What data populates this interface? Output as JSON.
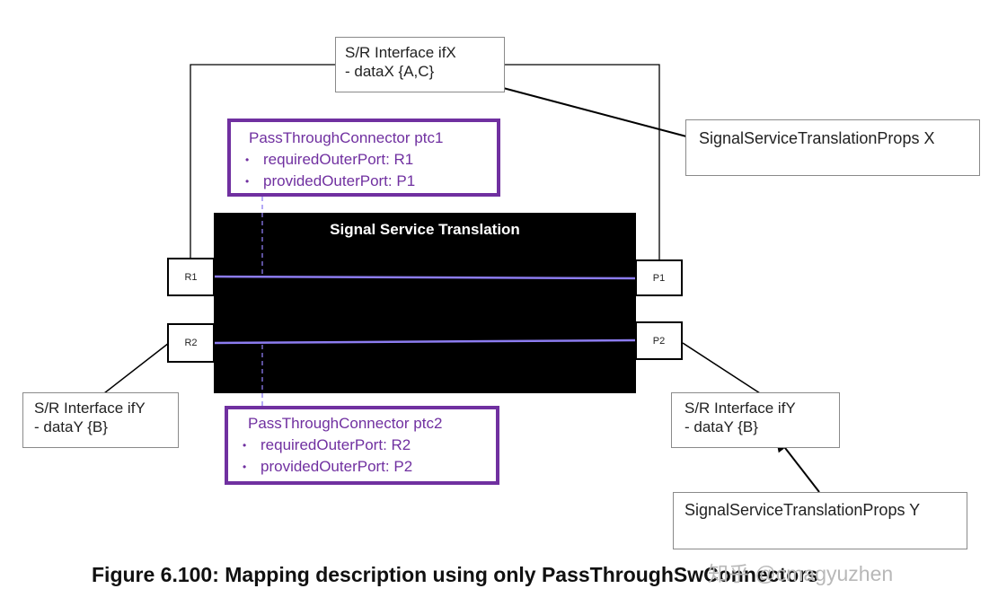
{
  "figure": {
    "caption": "Figure 6.100: Mapping description using only PassThroughSwConnectors",
    "watermark": "知乎 @cmagyuzhen"
  },
  "interfaces": {
    "ifx_top": {
      "title": "S/R Interface ifX",
      "data": "- dataX {A,C}"
    },
    "ify_left": {
      "title": "S/R Interface ifY",
      "data": "- dataY {B}"
    },
    "ify_right": {
      "title": "S/R Interface ifY",
      "data": "- dataY {B}"
    }
  },
  "props": {
    "x": "SignalServiceTranslationProps X",
    "y": "SignalServiceTranslationProps Y"
  },
  "connectors": {
    "ptc1": {
      "title": "PassThroughConnector ptc1",
      "items": [
        "requiredOuterPort: R1",
        "providedOuterPort: P1"
      ]
    },
    "ptc2": {
      "title": "PassThroughConnector ptc2",
      "items": [
        "requiredOuterPort: R2",
        "providedOuterPort: P2"
      ]
    }
  },
  "component": {
    "title": "Signal Service Translation"
  },
  "ports": {
    "r1": "R1",
    "r2": "R2",
    "p1": "P1",
    "p2": "P2"
  },
  "colors": {
    "connector_border": "#7030a0",
    "signal_line": "#8c7cf0",
    "component_fill": "#000000"
  }
}
